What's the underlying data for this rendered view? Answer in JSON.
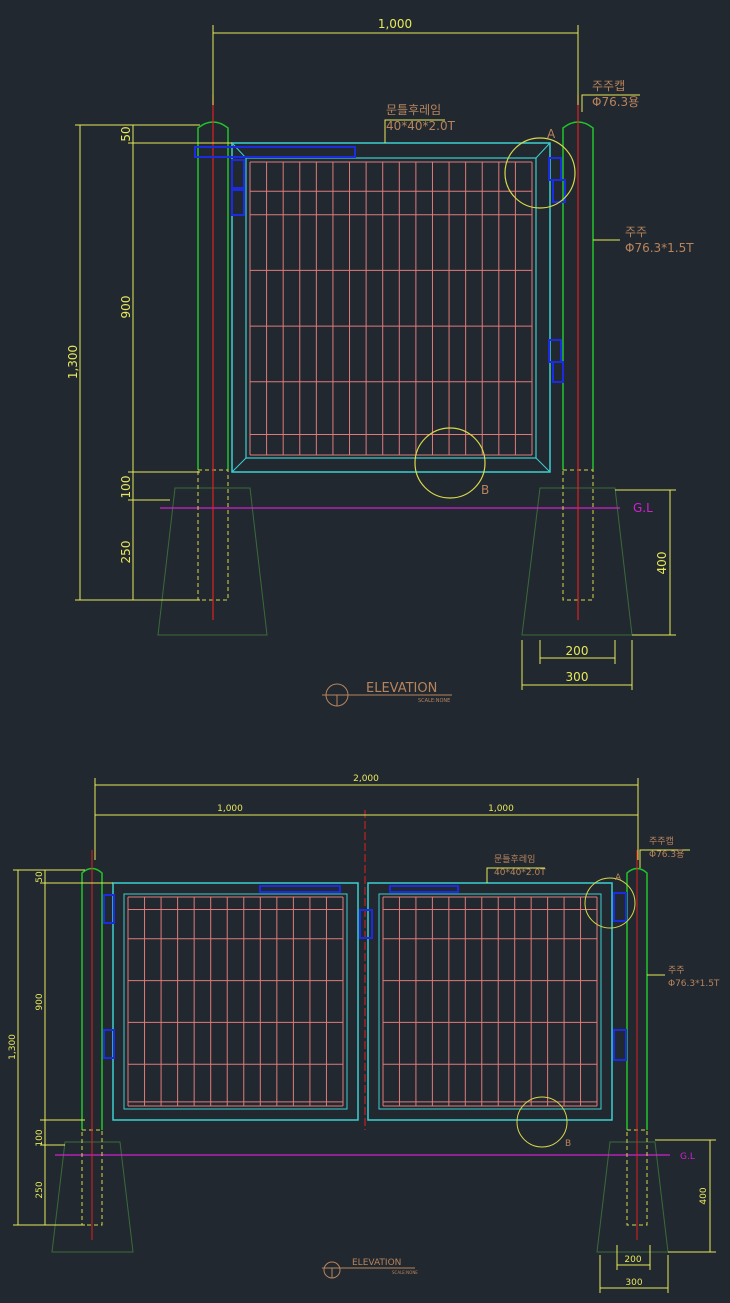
{
  "colors": {
    "background": "#212830",
    "dimension": "#e8e85a",
    "post": "#22c42a",
    "frame": "#3ccfd0",
    "mesh": "#e07a7a",
    "hinge": "#1a2be0",
    "centerline": "#e02020",
    "ground": "#d020d0",
    "label": "#b8845c"
  },
  "single": {
    "dim_width": "1,000",
    "dim_total_height": "1,300",
    "dim_segments": [
      "50",
      "900",
      "100",
      "250"
    ],
    "dim_footing_height": "400",
    "dim_footing_top": "200",
    "dim_footing_bottom": "300",
    "post_cap_label": "주주캡",
    "post_cap_spec": "Φ76.3용",
    "frame_label": "문틀후레임",
    "frame_spec": "40*40*2.0T",
    "post_label": "주주",
    "post_spec": "Φ76.3*1.5T",
    "ground_label": "G.L",
    "detail_a": "A",
    "detail_b": "B",
    "title": "ELEVATION",
    "scale": "SCALE:NONE"
  },
  "double": {
    "dim_total_width": "2,000",
    "dim_leaf_widths": [
      "1,000",
      "1,000"
    ],
    "dim_total_height": "1,300",
    "dim_segments": [
      "50",
      "900",
      "100",
      "250"
    ],
    "dim_footing_height": "400",
    "dim_footing_top": "200",
    "dim_footing_bottom": "300",
    "post_cap_label": "주주캡",
    "post_cap_spec": "Φ76.3용",
    "frame_label": "문틀후레임",
    "frame_spec": "40*40*2.0T",
    "post_label": "주주",
    "post_spec": "Φ76.3*1.5T",
    "ground_label": "G.L",
    "detail_a": "A",
    "detail_b": "B",
    "title": "ELEVATION",
    "scale": "SCALE:NONE"
  }
}
